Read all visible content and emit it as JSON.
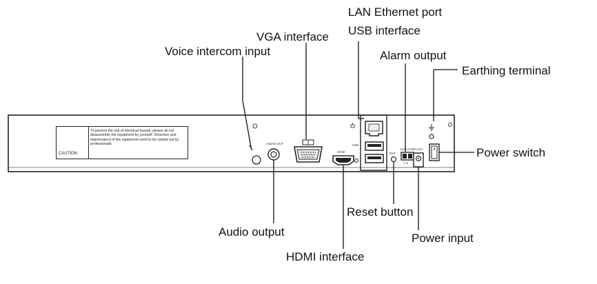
{
  "labels": {
    "lan_ethernet_port": "LAN Ethernet port",
    "usb_interface": "USB interface",
    "vga_interface": "VGA interface",
    "voice_intercom_input": "Voice intercom input",
    "alarm_output": "Alarm output",
    "earthing_terminal": "Earthing terminal",
    "power_switch": "Power switch",
    "reset_button": "Reset button",
    "audio_output": "Audio output",
    "power_input": "Power input",
    "hdmi_interface": "HDMI interface"
  },
  "panel": {
    "caution_title": "CAUTION",
    "caution_text": "To prevent the risk of electrical hazard, please do not disassemble the equipment by yourself. Detection and maintenance of the equipment need to be carried out by professionals.",
    "audio_out_mark": "AUDIO OUT",
    "hdmi_mark": "HDMI",
    "usb_mark": "USB",
    "reset_mark": "RST",
    "alarm_mark": "ALM OUT",
    "alarm_pins": "1  G",
    "dc_mark": "DC12V"
  },
  "icons": [
    "warning-triangle-icon",
    "ground-icon",
    "network-icon"
  ]
}
